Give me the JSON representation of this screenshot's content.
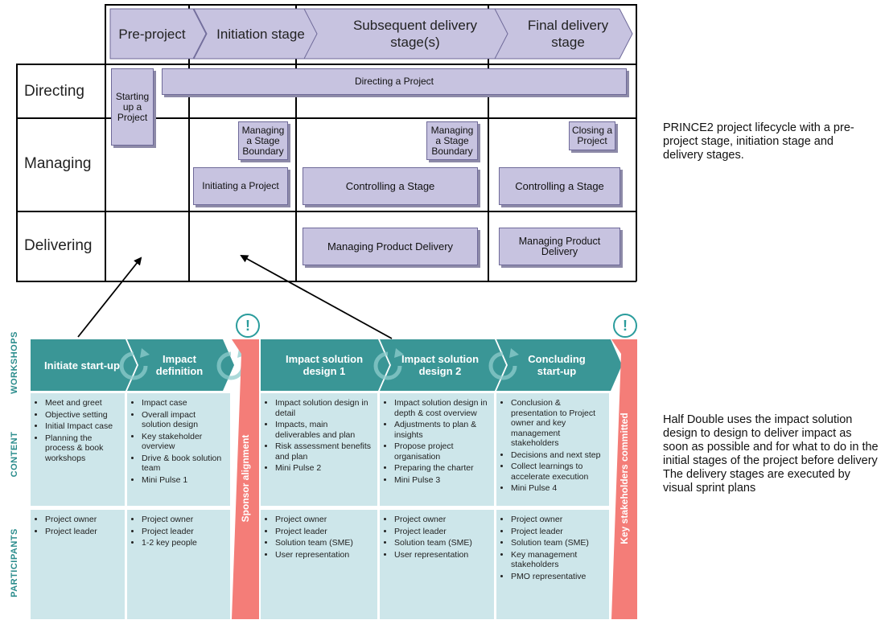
{
  "prince2": {
    "stages": [
      "Pre-project",
      "Initiation stage",
      "Subsequent delivery stage(s)",
      "Final delivery stage"
    ],
    "rows": [
      "Directing",
      "Managing",
      "Delivering"
    ],
    "processes": {
      "starting": "Starting up a Project",
      "directing": "Directing a Project",
      "msb1": "Managing a Stage Boundary",
      "msb2": "Managing a Stage Boundary",
      "closing": "Closing a Project",
      "initiating": "Initiating a Project",
      "controlling1": "Controlling a Stage",
      "controlling2": "Controlling a Stage",
      "mpd1": "Managing Product Delivery",
      "mpd2": "Managing Product Delivery"
    }
  },
  "side_notes": {
    "prince2": "PRINCE2 project lifecycle with a pre-project stage, initiation stage and delivery stages.",
    "half_double_1": "Half Double uses the impact solution design to design to deliver impact as soon as possible and for what to do in the initial stages of the project before delivery",
    "half_double_2": "The delivery stages are executed by visual sprint plans"
  },
  "half_double": {
    "row_labels": [
      "WORKSHOPS",
      "CONTENT",
      "PARTICIPANTS"
    ],
    "sponsor_alignment": "Sponsor alignment",
    "key_stakeholders": "Key stakeholders committed",
    "alert_glyph": "!",
    "workshops": [
      {
        "title": "Initiate start-up",
        "content": [
          "Meet and greet",
          "Objective setting",
          "Initial Impact case",
          "Planning the process & book workshops"
        ],
        "participants": [
          "Project owner",
          "Project leader"
        ]
      },
      {
        "title": "Impact definition",
        "content": [
          "Impact case",
          "Overall impact solution design",
          "Key stakeholder overview",
          "Drive & book solution team",
          "Mini Pulse 1"
        ],
        "participants": [
          "Project owner",
          "Project leader",
          "1-2 key people"
        ]
      },
      {
        "title": "Impact solution design 1",
        "content": [
          "Impact solution design in detail",
          "Impacts, main deliverables and plan",
          "Risk assessment benefits and plan",
          "Mini Pulse 2"
        ],
        "participants": [
          "Project owner",
          "Project leader",
          "Solution team (SME)",
          "User representation"
        ]
      },
      {
        "title": "Impact solution design 2",
        "content": [
          "Impact solution design in depth & cost overview",
          "Adjustments to plan & insights",
          "Propose project organisation",
          "Preparing the charter",
          "Mini Pulse 3"
        ],
        "participants": [
          "Project owner",
          "Project leader",
          "Solution team (SME)",
          "User representation"
        ]
      },
      {
        "title": "Concluding start-up",
        "content": [
          "Conclusion & presentation to Project owner and key management stakeholders",
          "Decisions and next step",
          "Collect learnings to accelerate execution",
          "Mini Pulse 4"
        ],
        "participants": [
          "Project owner",
          "Project leader",
          "Solution team (SME)",
          "Key management stakeholders",
          "PMO representative"
        ]
      }
    ]
  },
  "colors": {
    "process_fill": "#c7c3e0",
    "teal": "#3a9696",
    "cell": "#cde6ea",
    "salmon": "#f47d78"
  }
}
